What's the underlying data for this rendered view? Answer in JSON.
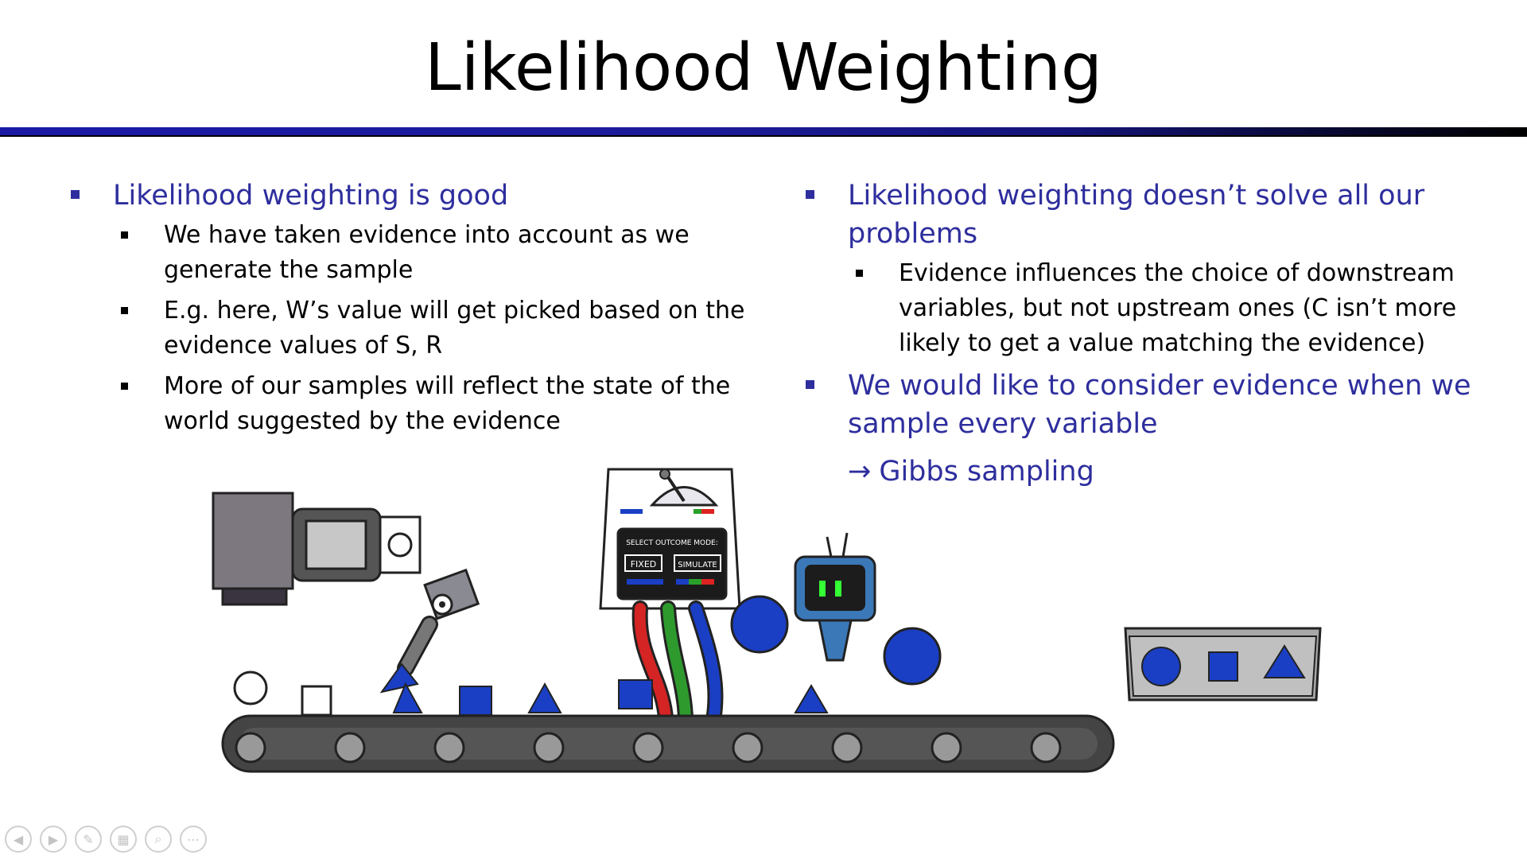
{
  "slide": {
    "title": "Likelihood Weighting"
  },
  "left": {
    "heading": "Likelihood weighting is good",
    "points": [
      "We have taken evidence into account as we generate the sample",
      "E.g. here, W’s value will get picked based on the evidence values of S, R",
      "More of our samples will reflect the state of the world suggested by the evidence"
    ]
  },
  "right": {
    "heading": "Likelihood weighting doesn’t solve all our problems",
    "points": [
      "Evidence influences the choice of downstream variables, but not upstream ones (C isn’t more likely to get a value matching the evidence)"
    ],
    "heading2": "We would like to consider evidence when we sample every variable",
    "arrow_text": "Gibbs sampling"
  },
  "illustration": {
    "panel_title": "SELECT OUTCOME MODE:",
    "button_fixed": "FIXED",
    "button_simulate": "SIMULATE"
  },
  "colors": {
    "accent": "#2e2e9e",
    "shape_blue": "#1a3fc4",
    "rule_blue": "#1a1aa6"
  },
  "icons": {
    "arrow": "right-arrow-icon",
    "nav": [
      "previous-icon",
      "next-icon",
      "pen-icon",
      "slides-icon",
      "zoom-icon",
      "more-icon"
    ]
  }
}
